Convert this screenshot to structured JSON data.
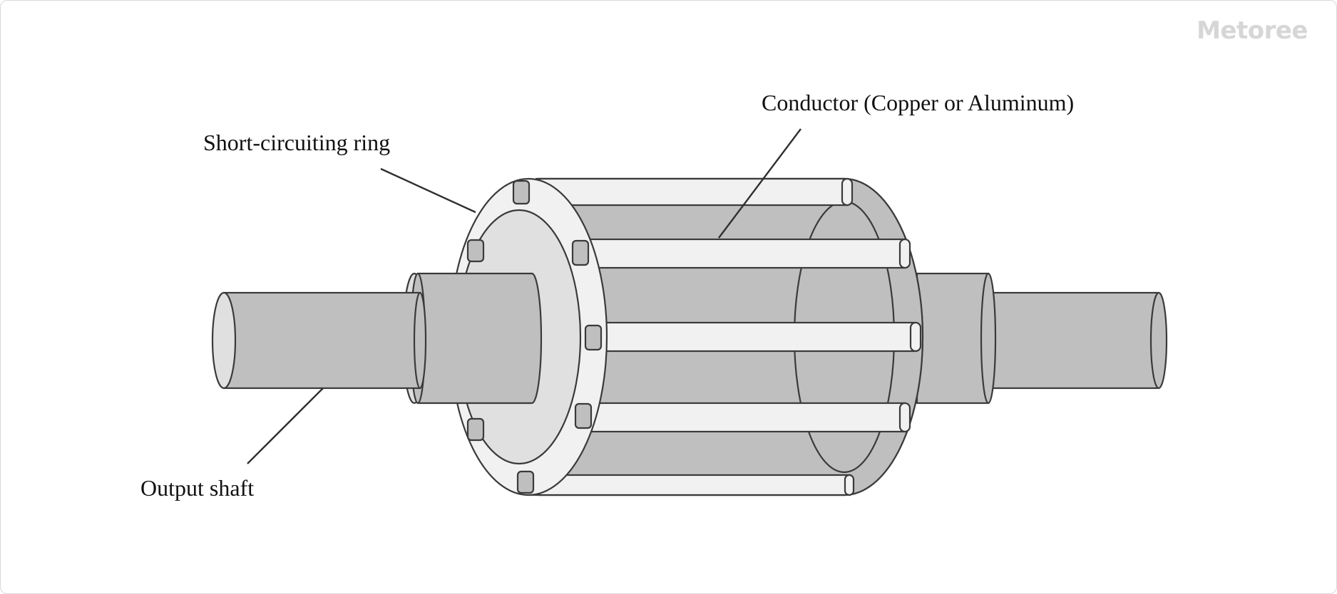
{
  "brand": {
    "name": "Metoree"
  },
  "labels": {
    "short_circuiting_ring": "Short-circuiting ring",
    "conductor": "Conductor (Copper or Aluminum)",
    "output_shaft": "Output shaft"
  },
  "colors": {
    "body_gray": "#bfbfbf",
    "light_face": "#e0e0e0",
    "bar_white": "#f1f1f1",
    "outline": "#3a3a3a"
  }
}
